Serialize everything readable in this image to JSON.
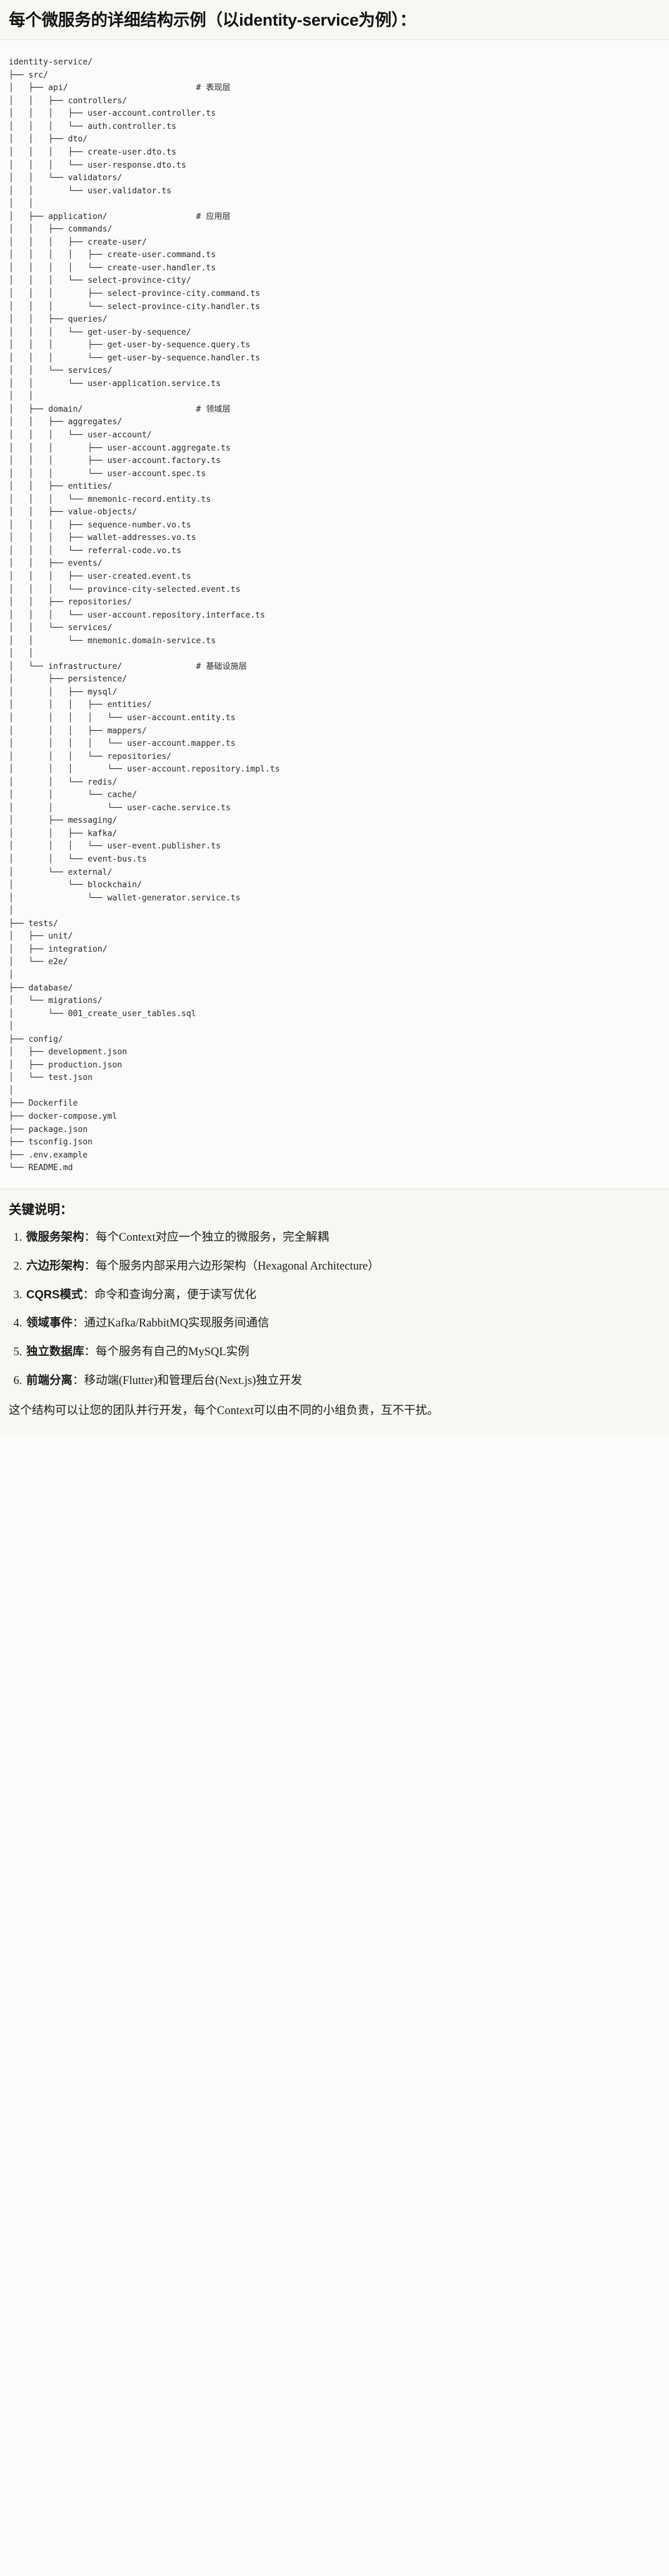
{
  "heading": "每个微服务的详细结构示例（以identity-service为例）：",
  "tree": {
    "root": "identity-service/",
    "comments": {
      "api": "# 表现层",
      "application": "# 应用层",
      "domain": "# 领域层",
      "infrastructure": "# 基础设施层"
    },
    "text": "identity-service/\n├── src/\n│   ├── api/                          # 表现层\n│   │   ├── controllers/\n│   │   │   ├── user-account.controller.ts\n│   │   │   └── auth.controller.ts\n│   │   ├── dto/\n│   │   │   ├── create-user.dto.ts\n│   │   │   └── user-response.dto.ts\n│   │   └── validators/\n│   │       └── user.validator.ts\n│   │\n│   ├── application/                  # 应用层\n│   │   ├── commands/\n│   │   │   ├── create-user/\n│   │   │   │   ├── create-user.command.ts\n│   │   │   │   └── create-user.handler.ts\n│   │   │   └── select-province-city/\n│   │   │       ├── select-province-city.command.ts\n│   │   │       └── select-province-city.handler.ts\n│   │   ├── queries/\n│   │   │   └── get-user-by-sequence/\n│   │   │       ├── get-user-by-sequence.query.ts\n│   │   │       └── get-user-by-sequence.handler.ts\n│   │   └── services/\n│   │       └── user-application.service.ts\n│   │\n│   ├── domain/                       # 领域层\n│   │   ├── aggregates/\n│   │   │   └── user-account/\n│   │   │       ├── user-account.aggregate.ts\n│   │   │       ├── user-account.factory.ts\n│   │   │       └── user-account.spec.ts\n│   │   ├── entities/\n│   │   │   └── mnemonic-record.entity.ts\n│   │   ├── value-objects/\n│   │   │   ├── sequence-number.vo.ts\n│   │   │   ├── wallet-addresses.vo.ts\n│   │   │   └── referral-code.vo.ts\n│   │   ├── events/\n│   │   │   ├── user-created.event.ts\n│   │   │   └── province-city-selected.event.ts\n│   │   ├── repositories/\n│   │   │   └── user-account.repository.interface.ts\n│   │   └── services/\n│   │       └── mnemonic.domain-service.ts\n│   │\n│   └── infrastructure/               # 基础设施层\n│       ├── persistence/\n│       │   ├── mysql/\n│       │   │   ├── entities/\n│       │   │   │   └── user-account.entity.ts\n│       │   │   ├── mappers/\n│       │   │   │   └── user-account.mapper.ts\n│       │   │   └── repositories/\n│       │   │       └── user-account.repository.impl.ts\n│       │   └── redis/\n│       │       └── cache/\n│       │           └── user-cache.service.ts\n│       ├── messaging/\n│       │   ├── kafka/\n│       │   │   └── user-event.publisher.ts\n│       │   └── event-bus.ts\n│       └── external/\n│           └── blockchain/\n│               └── wallet-generator.service.ts\n│\n├── tests/\n│   ├── unit/\n│   ├── integration/\n│   └── e2e/\n│\n├── database/\n│   └── migrations/\n│       └── 001_create_user_tables.sql\n│\n├── config/\n│   ├── development.json\n│   ├── production.json\n│   └── test.json\n│\n├── Dockerfile\n├── docker-compose.yml\n├── package.json\n├── tsconfig.json\n├── .env.example\n└── README.md"
  },
  "notes": {
    "title": "关键说明：",
    "items": [
      {
        "term": "微服务架构",
        "desc": "：每个Context对应一个独立的微服务，完全解耦"
      },
      {
        "term": "六边形架构",
        "desc": "：每个服务内部采用六边形架构（Hexagonal Architecture）"
      },
      {
        "term": "CQRS模式",
        "desc": "：命令和查询分离，便于读写优化"
      },
      {
        "term": "领域事件",
        "desc": "：通过Kafka/RabbitMQ实现服务间通信"
      },
      {
        "term": "独立数据库",
        "desc": "：每个服务有自己的MySQL实例"
      },
      {
        "term": "前端分离",
        "desc": "：移动端(Flutter)和管理后台(Next.js)独立开发"
      }
    ],
    "closing": "这个结构可以让您的团队并行开发，每个Context可以由不同的小组负责，互不干扰。"
  }
}
